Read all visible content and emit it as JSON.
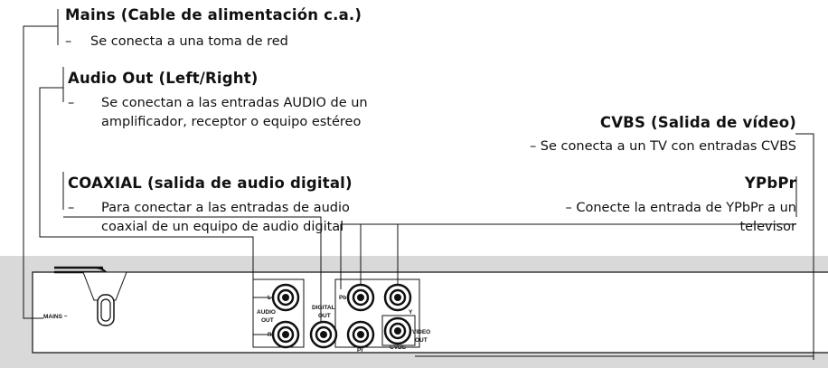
{
  "callouts": {
    "mains": {
      "title": "Mains (Cable de alimentación c.a.)",
      "dash": "–",
      "line1": "Se conecta a una toma de red"
    },
    "audio_out": {
      "title": "Audio Out (Left/Right)",
      "dash": "–",
      "line1": "Se conectan a las entradas AUDIO de un",
      "line2": "amplificador, receptor o equipo estéreo"
    },
    "coaxial": {
      "title": "COAXIAL (salida de audio digital)",
      "dash": "–",
      "line1": "Para conectar a las entradas de audio",
      "line2": "coaxial de un equipo de audio digital"
    },
    "cvbs": {
      "title": "CVBS (Salida de vídeo)",
      "line1": "– Se conecta a un TV con entradas CVBS"
    },
    "ypbpr": {
      "title": "YPbPr",
      "line1": "– Conecte la entrada de YPbPr a un",
      "line2": "televisor"
    }
  },
  "panel_labels": {
    "mains": "MAINS ~",
    "audio_l": "L",
    "audio": "AUDIO",
    "out": "OUT",
    "audio_r": "R",
    "digital": "DIGITAL",
    "digital_out": "OUT",
    "pb": "Pb",
    "y": "Y",
    "pr": "Pr",
    "cvbs": "CVBS",
    "video": "VIDEO",
    "video_out": "OUT"
  },
  "colors": {
    "band": "#d9d9d9",
    "panel": "#ffffff",
    "ink": "#111111"
  }
}
